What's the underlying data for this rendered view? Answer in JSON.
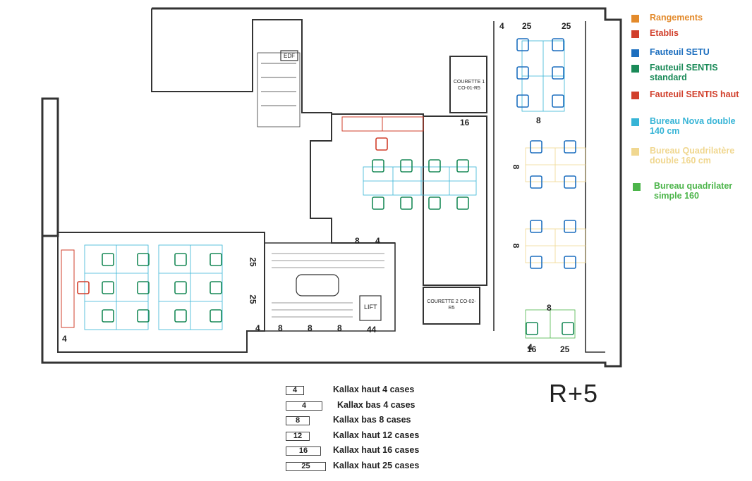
{
  "floor_title": "R+5",
  "legend": [
    {
      "label": "Rangements",
      "color": "#e38a2b"
    },
    {
      "label": "Etablis",
      "color": "#d13f2b"
    },
    {
      "label": "Fauteuil SETU",
      "color": "#1d6fbf"
    },
    {
      "label": "Fauteuil SENTIS standard",
      "color": "#1a8a58"
    },
    {
      "label": "Fauteuil SENTIS haut",
      "color": "#d13f2b"
    },
    {
      "label": "Bureau Nova double 140 cm",
      "color": "#36b4d6"
    },
    {
      "label": "Bureau Quadrilatère double 160 cm",
      "color": "#f0d790"
    },
    {
      "label": "Bureau quadrilater simple 160",
      "color": "#4cb54a"
    }
  ],
  "kallax_legend": [
    {
      "code": "4",
      "label": "Kallax haut 4 cases"
    },
    {
      "code": "4",
      "label": "Kallax bas 4 cases"
    },
    {
      "code": "8",
      "label": "Kallax bas 8 cases"
    },
    {
      "code": "12",
      "label": "Kallax haut 12 cases"
    },
    {
      "code": "16",
      "label": "Kallax haut 16 cases"
    },
    {
      "code": "25",
      "label": "Kallax haut 25 cases"
    }
  ],
  "rooms": {
    "courette1": "COURETTE 1 CO-01-R5",
    "courette2": "COURETTE 2 CO-02-R5",
    "lift": "LIFT",
    "edf": "EDF"
  },
  "plan_numbers": {
    "top_4": "4",
    "top_25a": "25",
    "top_25b": "25",
    "n8_top_right": "8",
    "n16_center": "16",
    "n8_vert_a": "8",
    "n8_vert_b": "8",
    "n8_center": "8",
    "n4_center": "4",
    "n25_left_a": "25",
    "n25_left_b": "25",
    "bottom_4": "4",
    "bottom_8a": "8",
    "bottom_8b": "8",
    "bottom_8c": "8",
    "bottom_44": "44",
    "left_4": "4",
    "br_8": "8",
    "br_4": "4",
    "br_16": "16",
    "br_25": "25"
  }
}
